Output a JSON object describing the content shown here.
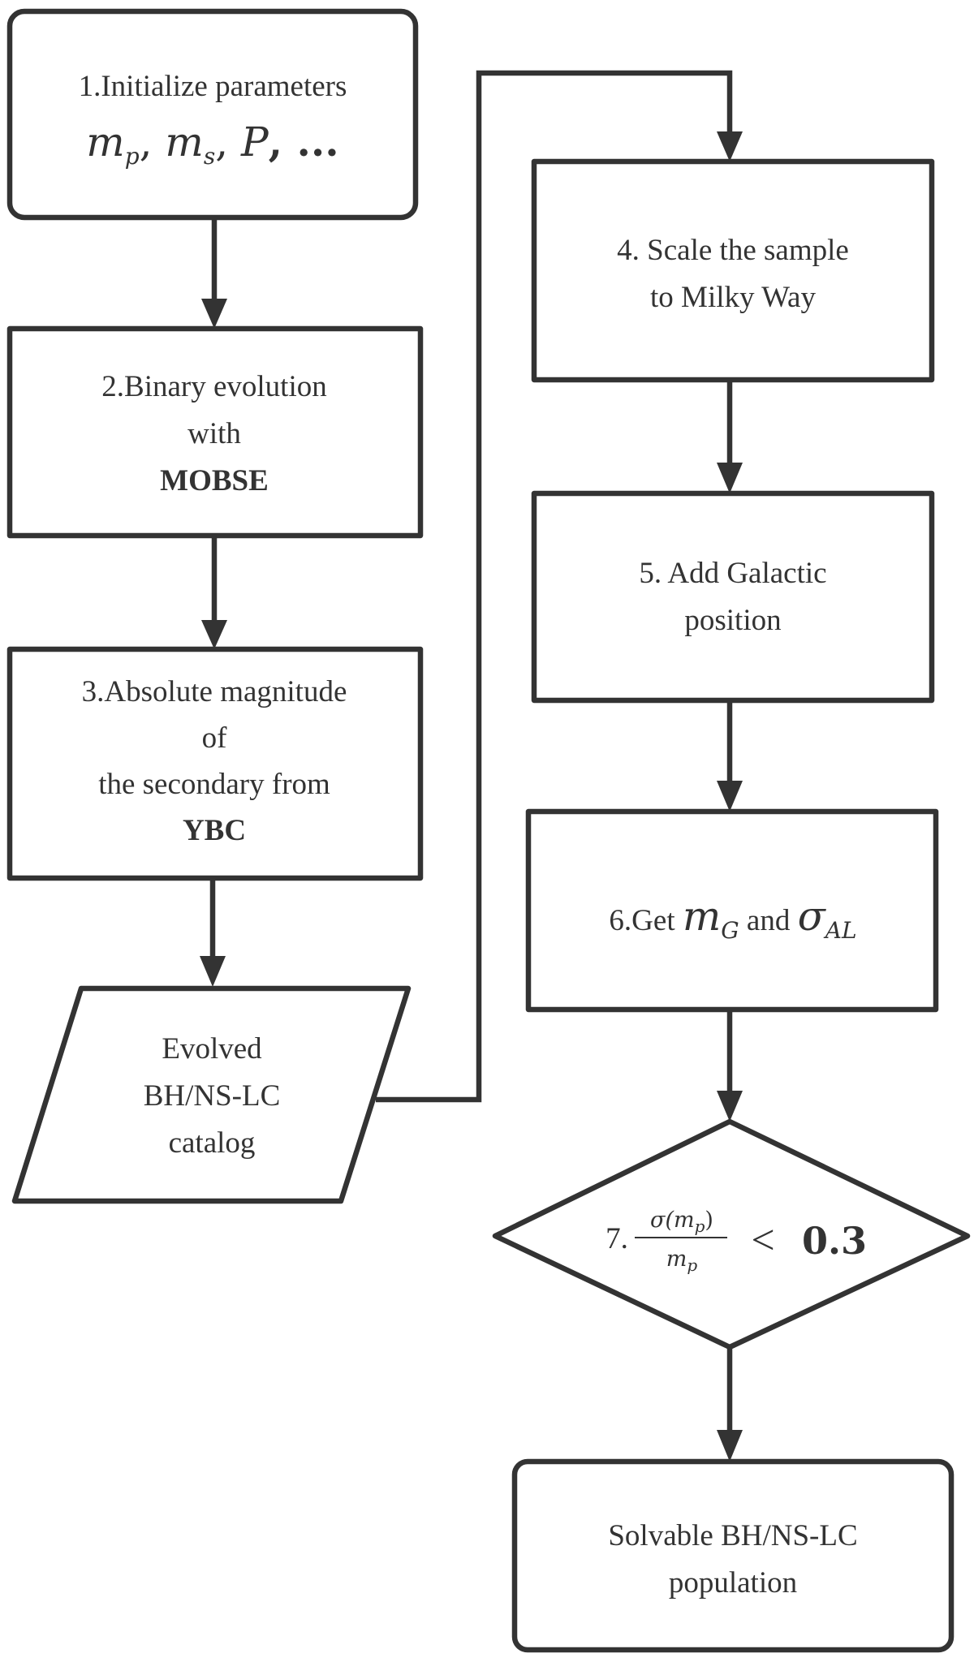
{
  "diagram": {
    "type": "flowchart",
    "colors": {
      "stroke": "#333333",
      "text": "#333333",
      "background": "#ffffff"
    },
    "nodes": [
      {
        "id": "step1",
        "shape": "rounded-rectangle",
        "title": "1.Initialize parameters",
        "math": {
          "m1": "m",
          "s1": "p",
          "sep1": ", ",
          "m2": "m",
          "s2": "s",
          "sep2": ", ",
          "m3": "P",
          "tail": ", ..."
        }
      },
      {
        "id": "step2",
        "shape": "rectangle",
        "lines": [
          "2.Binary evolution",
          "with"
        ],
        "bold": "MOBSE"
      },
      {
        "id": "step3",
        "shape": "rectangle",
        "lines": [
          "3.Absolute magnitude",
          "of",
          "the secondary from"
        ],
        "bold": "YBC"
      },
      {
        "id": "catalog",
        "shape": "parallelogram",
        "lines": [
          "Evolved",
          "BH/NS-LC",
          "catalog"
        ]
      },
      {
        "id": "step4",
        "shape": "rectangle",
        "lines": [
          "4. Scale the sample",
          "to Milky Way"
        ]
      },
      {
        "id": "step5",
        "shape": "rectangle",
        "lines": [
          "5. Add Galactic",
          "position"
        ]
      },
      {
        "id": "step6",
        "shape": "rectangle",
        "prefix": "6.Get ",
        "sym1": "m",
        "sub1": "G",
        "mid": " and ",
        "sym2": "σ",
        "sub2": "AL"
      },
      {
        "id": "step7",
        "shape": "diamond",
        "prefix": "7.",
        "numerator": "σ(m",
        "num_sub": "p",
        "num_close": ")",
        "denominator": "m",
        "den_sub": "p",
        "operator": "<",
        "threshold": "0.3"
      },
      {
        "id": "result",
        "shape": "rounded-rectangle",
        "lines": [
          "Solvable BH/NS-LC",
          "population"
        ]
      }
    ],
    "edges": [
      {
        "from": "step1",
        "to": "step2"
      },
      {
        "from": "step2",
        "to": "step3"
      },
      {
        "from": "step3",
        "to": "catalog"
      },
      {
        "from": "catalog",
        "to": "step4"
      },
      {
        "from": "step4",
        "to": "step5"
      },
      {
        "from": "step5",
        "to": "step6"
      },
      {
        "from": "step6",
        "to": "step7"
      },
      {
        "from": "step7",
        "to": "result"
      }
    ]
  }
}
